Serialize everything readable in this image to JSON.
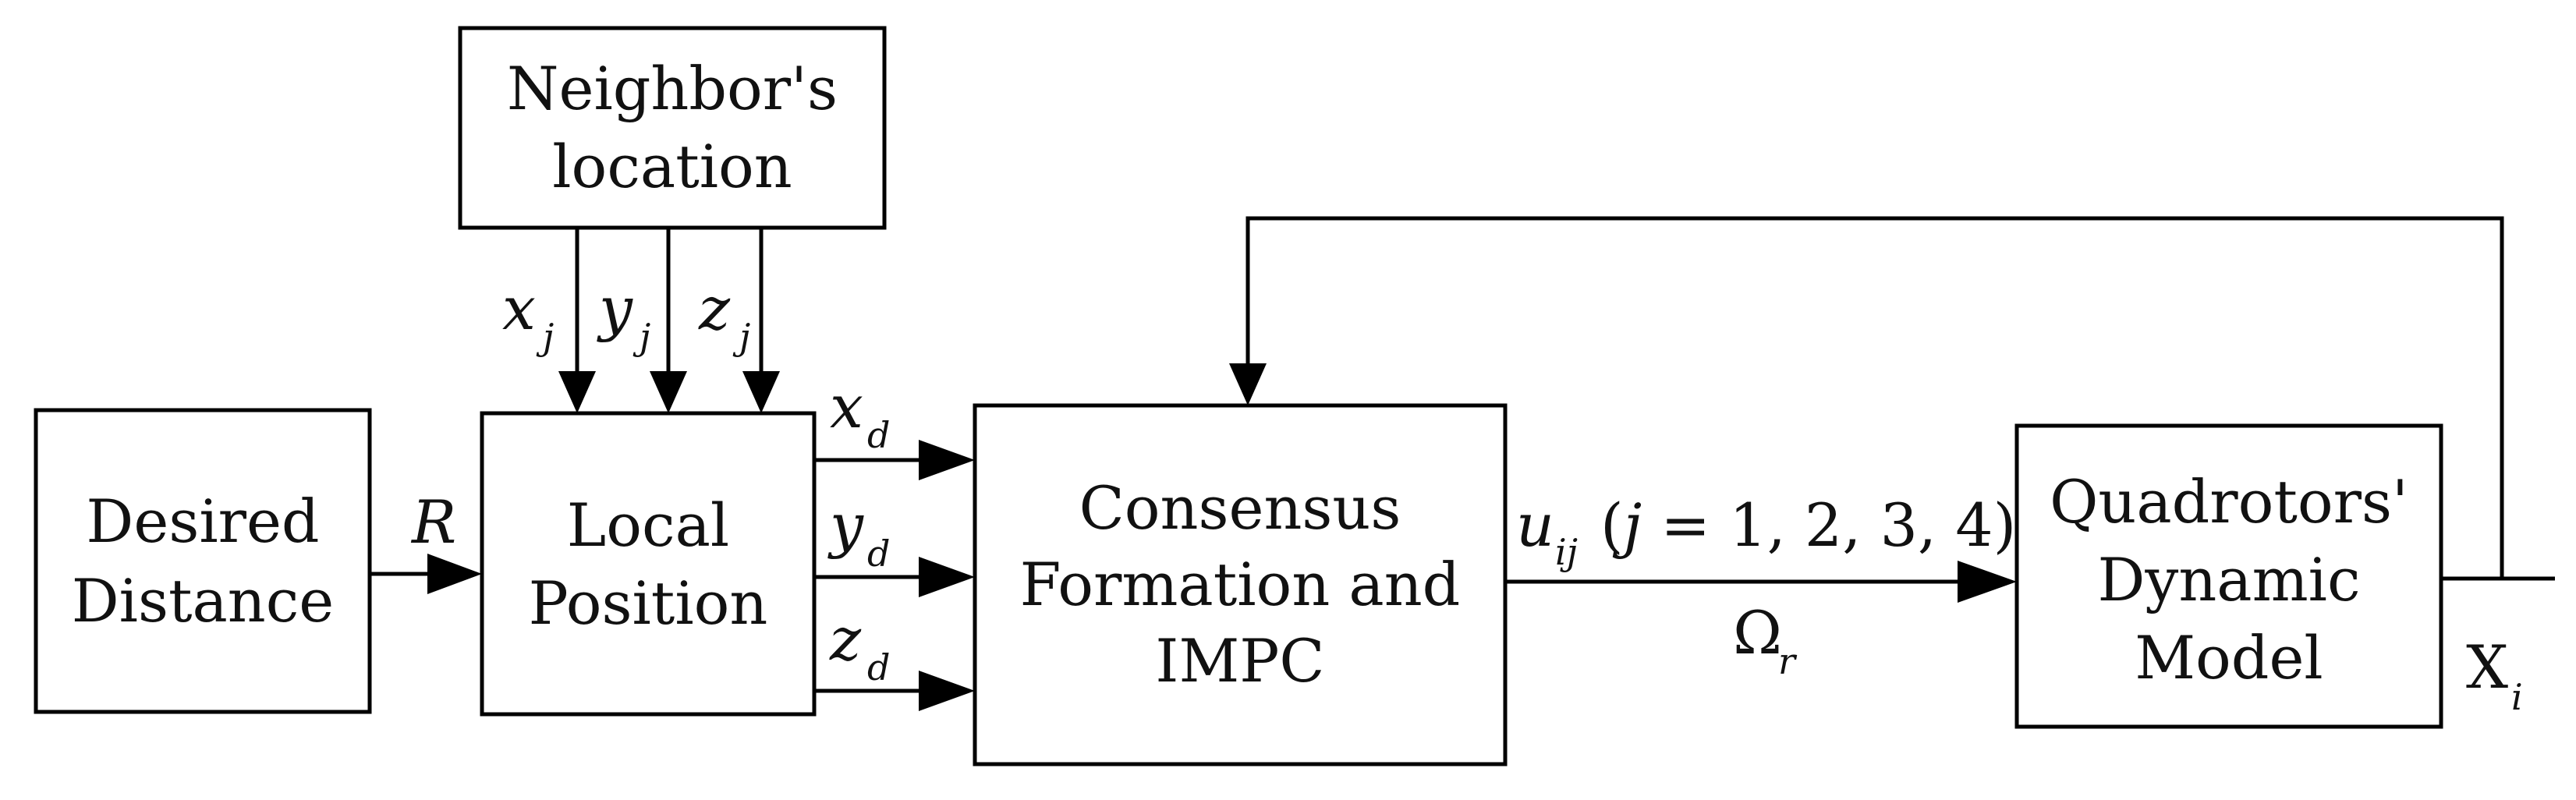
{
  "blocks": {
    "desired_distance": {
      "lines": [
        "Desired",
        "Distance"
      ]
    },
    "neighbor_location": {
      "lines": [
        "Neighbor's",
        "location"
      ]
    },
    "local_position": {
      "lines": [
        "Local",
        "Position"
      ]
    },
    "consensus": {
      "lines": [
        "Consensus",
        "Formation and",
        "IMPC"
      ]
    },
    "quadrotor": {
      "lines": [
        "Quadrotors'",
        "Dynamic",
        "Model"
      ]
    }
  },
  "signals": {
    "R": "R",
    "xj": {
      "base": "x",
      "sub": "j"
    },
    "yj": {
      "base": "y",
      "sub": "j"
    },
    "zj": {
      "base": "z",
      "sub": "j"
    },
    "xd": {
      "base": "x",
      "sub": "d"
    },
    "yd": {
      "base": "y",
      "sub": "d"
    },
    "zd": {
      "base": "z",
      "sub": "d"
    },
    "uij": {
      "base": "u",
      "sub": "ij",
      "open": "(",
      "j": "j",
      "rest": " = 1, 2, 3, 4)"
    },
    "omega": {
      "base": "Ω",
      "sub": "r"
    },
    "Xi": {
      "base": "X",
      "sub": "i"
    }
  }
}
